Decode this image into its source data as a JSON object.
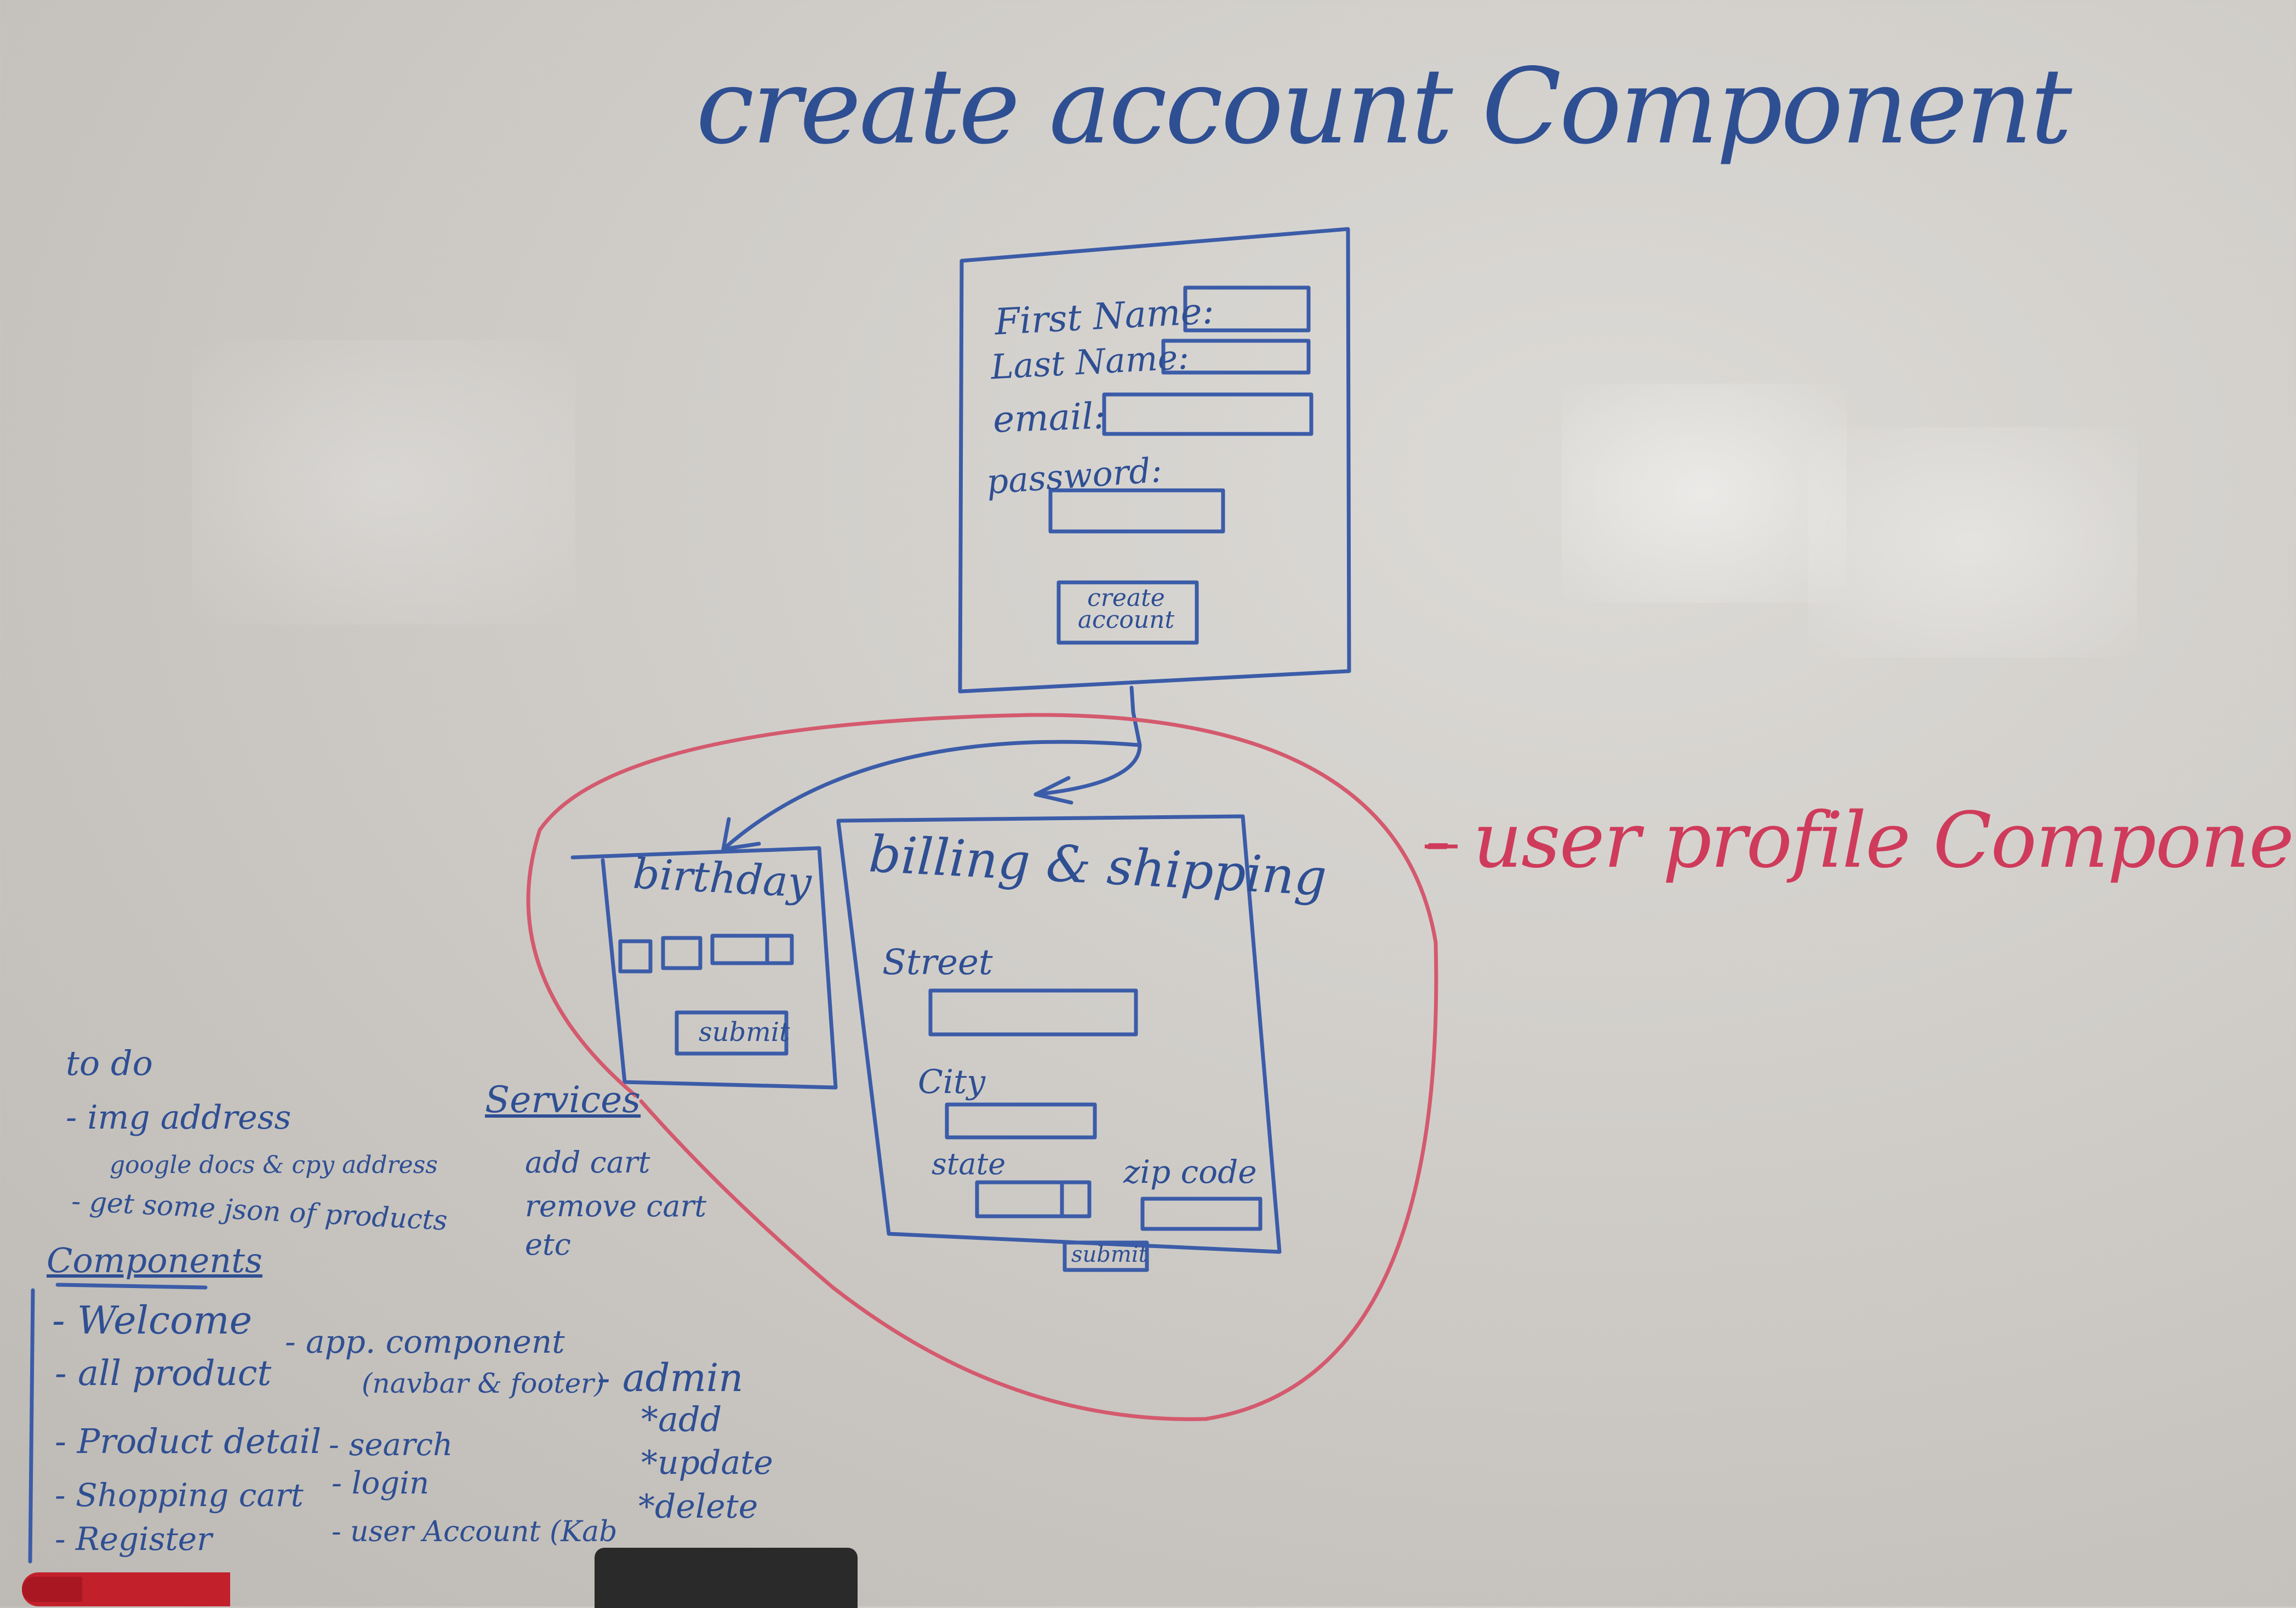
{
  "title": "create account Component",
  "create_account_form": {
    "first_name_label": "First Name:",
    "last_name_label": "Last Name:",
    "email_label": "email:",
    "password_label": "password:",
    "create_button": "create account"
  },
  "user_profile_label": "- user profile Component",
  "birthday_panel": {
    "title": "birthday",
    "submit": "submit"
  },
  "billing_panel": {
    "title": "billing & shipping",
    "street_label": "Street",
    "city_label": "City",
    "state_label": "state",
    "zip_label": "zip code",
    "submit": "submit"
  },
  "todo": {
    "heading": "to do",
    "items": [
      "- img address",
      "google docs & cpy address",
      "- get some json of products"
    ]
  },
  "services": {
    "heading": "Services",
    "items": [
      "add cart",
      "remove cart",
      "etc"
    ]
  },
  "components": {
    "heading": "Components",
    "col1": [
      "- Welcome",
      "- all product",
      "- Product detail",
      "- Shopping cart",
      "- Register"
    ],
    "col2": [
      "- app. component",
      "(navbar & footer)",
      "- search",
      "- login",
      "- user Account (Kab"
    ],
    "admin": [
      "- admin",
      "*add",
      "*update",
      "*delete"
    ]
  },
  "colors": {
    "blue_ink": "#2f4f93",
    "red_ink": "#cf3b5b"
  }
}
